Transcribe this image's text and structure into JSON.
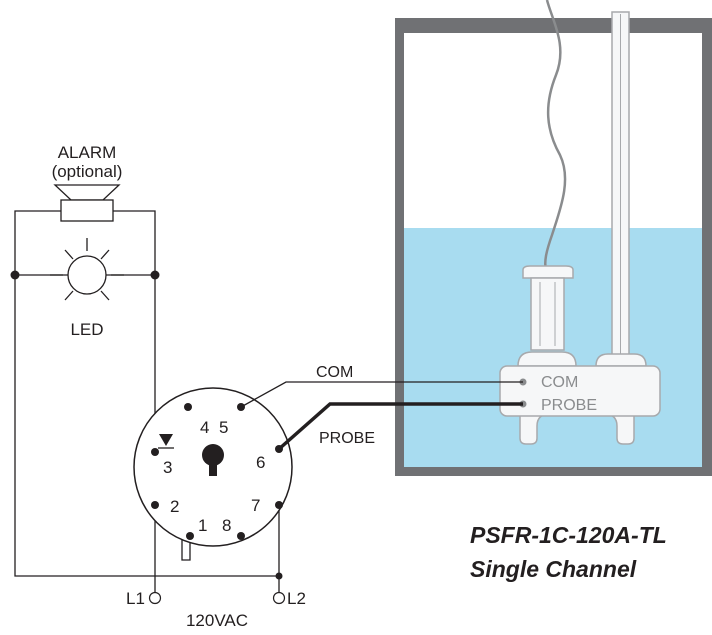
{
  "alarm": {
    "title": "ALARM",
    "subtitle": "(optional)"
  },
  "led": {
    "label": "LED"
  },
  "relay_pins": [
    "1",
    "2",
    "3",
    "4",
    "5",
    "6",
    "7",
    "8"
  ],
  "wires": {
    "com": "COM",
    "probe": "PROBE"
  },
  "sensor": {
    "com_label": "COM",
    "probe_label": "PROBE"
  },
  "power": {
    "l1": "L1",
    "l2": "L2",
    "voltage": "120VAC"
  },
  "product": {
    "model": "PSFR-1C-120A-TL",
    "channel": "Single Channel"
  },
  "colors": {
    "water": "#a8dcf0",
    "tank_wall": "#707174",
    "line": "#231f20",
    "sensor_body": "#f6f7f8",
    "sensor_outline": "#a7a9ac"
  }
}
